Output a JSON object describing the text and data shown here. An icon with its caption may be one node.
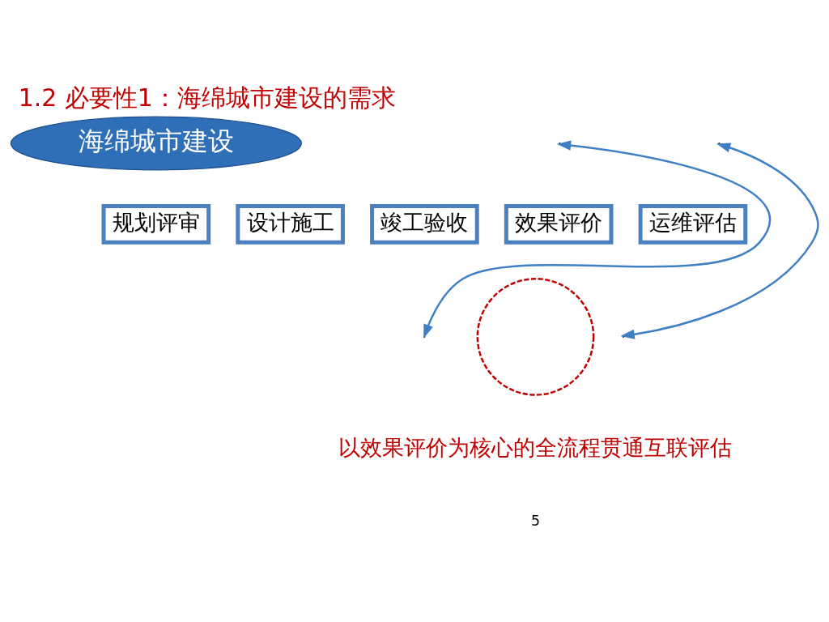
{
  "diagram": {
    "title": "1.2 必要性1：海绵城市建设的需求",
    "caption": "以效果评价为核心的全流程贯通互联评估",
    "nodes": [
      {
        "text": [
          "海绵城市建设"
        ]
      },
      {
        "text": [
          "规划评审"
        ]
      },
      {
        "text": [
          "设计施工"
        ]
      },
      {
        "text": [
          "竣工验收"
        ]
      },
      {
        "text": [
          "效果评价"
        ]
      },
      {
        "text": [
          "运维评估"
        ]
      },
      {
        "text": [],
        "shape": "circle"
      }
    ],
    "labels": [
      "5"
    ]
  }
}
